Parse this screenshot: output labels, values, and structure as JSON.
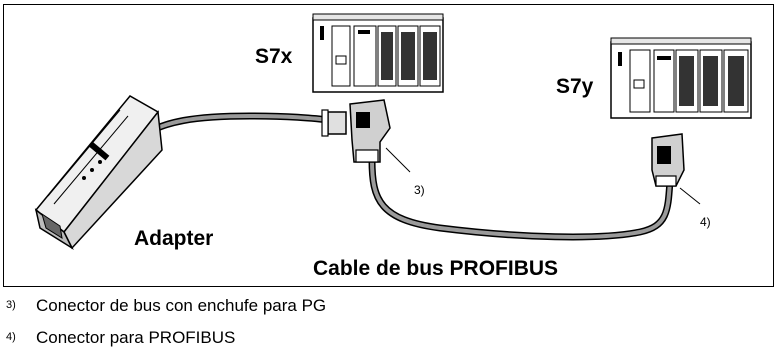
{
  "diagram": {
    "plc_x_label": "S7x",
    "plc_y_label": "S7y",
    "adapter_label": "Adapter",
    "cable_label": "Cable de bus PROFIBUS",
    "callout_3": "3)",
    "callout_4": "4)"
  },
  "notes": [
    {
      "num": "3)",
      "text": "Conector de bus con enchufe para PG"
    },
    {
      "num": "4)",
      "text": "Conector para PROFIBUS"
    }
  ]
}
